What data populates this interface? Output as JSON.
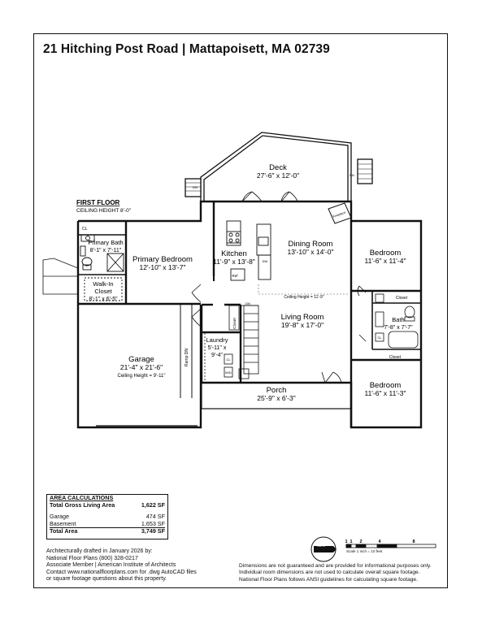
{
  "header": {
    "title": "21 Hitching Post Road | Mattapoisett, MA 02739"
  },
  "floor": {
    "name": "FIRST FLOOR",
    "ceiling": "CEILING HEIGHT 8'-0\""
  },
  "rooms": {
    "deck": {
      "name": "Deck",
      "dims": "27'-6\" x 12'-0\""
    },
    "primary_bedroom": {
      "name": "Primary Bedroom",
      "dims": "12'-10\" x 13'-7\""
    },
    "primary_bath": {
      "name": "Primary Bath",
      "dims": "8'-1\" x 7'-11\""
    },
    "walk_in_closet": {
      "name1": "Walk-In",
      "name2": "Closet",
      "dims": "8'-1\" x 6'-5\""
    },
    "kitchen": {
      "name": "Kitchen",
      "dims": "11'-9\" x 13'-8\""
    },
    "dining_room": {
      "name": "Dining Room",
      "dims": "13'-10\" x 14'-0\""
    },
    "living_room": {
      "name": "Living Room",
      "dims": "19'-8\" x 17'-0\"",
      "ceiling": "Ceiling Height = 11'-9\""
    },
    "bedroom_1": {
      "name": "Bedroom",
      "dims": "11'-6\" x 11'-4\""
    },
    "bedroom_2": {
      "name": "Bedroom",
      "dims": "11'-6\" x 11'-3\""
    },
    "bath": {
      "name": "Bath",
      "dims": "7'-8\" x 7'-7\""
    },
    "garage": {
      "name": "Garage",
      "dims": "21'-4\" x 21'-6\"",
      "ceiling": "Ceiling Height = 9'-11\""
    },
    "laundry": {
      "name": "Laundry",
      "dims1": "5'-11\" x",
      "dims2": "9'-4\""
    },
    "porch": {
      "name": "Porch",
      "dims": "25'-9\" x 6'-3\""
    }
  },
  "labels": {
    "closet": "Closet",
    "cl": "CL",
    "ref": "Ref",
    "dw": "DW",
    "dn": "DN",
    "fireplace": "Fireplace",
    "ramp": "Ramp DN",
    "wd": "W/D",
    "north": "North"
  },
  "areas": {
    "heading": "AREA CALCULATIONS",
    "rows": [
      {
        "label": "Total Gross Living Area",
        "value": "1,622 SF"
      },
      {
        "label": "Garage",
        "value": "474 SF"
      },
      {
        "label": "Basement",
        "value": "1,653 SF"
      },
      {
        "label": "Total Area",
        "value": "3,749 SF"
      }
    ]
  },
  "credits": [
    "Architecturally drafted in January 2026 by:",
    "National Floor Plans   (800) 328-0217",
    "Associate Member | American Institute of Architects",
    "Contact www.nationalfloorplans.com for .dwg AutoCAD files",
    "or square footage questions about this property."
  ],
  "disclaimer": [
    "Dimensions are not guaranteed and are provided for informational purposes only.",
    "Individual room dimensions are not used to calculate overall square footage.",
    "National Floor Plans follows ANSI guidelines for calculating square footage."
  ],
  "scale": {
    "ticks": [
      "1",
      "1",
      "2",
      "4",
      "8"
    ],
    "caption": "Scale 1 inch = 10 feet"
  }
}
